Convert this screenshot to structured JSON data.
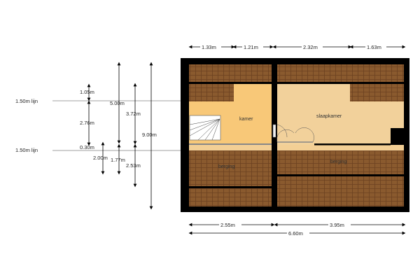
{
  "rooms": {
    "kamer": "kamer",
    "slaapkamer": "slaapkamer",
    "berging_left": "berging",
    "berging_right": "berging"
  },
  "top_dims": [
    "1.33m",
    "1.21m",
    "2.32m",
    "1.63m"
  ],
  "bottom_dims": {
    "left": "2.55m",
    "right": "3.95m",
    "total": "6.60m"
  },
  "height_lines": {
    "upper": "1.50m lijn",
    "lower": "1.50m lijn"
  },
  "vertical_dims": {
    "d105": "1.05m",
    "d276": "2.76m",
    "d030": "0.30m",
    "d200": "2.00m",
    "d500": "5.00m",
    "d177": "1.77m",
    "d372": "3.72m",
    "d253": "2.53m",
    "d900": "9.00m"
  },
  "colors": {
    "roof": "#8a5a2e",
    "kamer": "#f8c878",
    "slaapkamer": "#f2d19b",
    "wall": "#000000"
  }
}
